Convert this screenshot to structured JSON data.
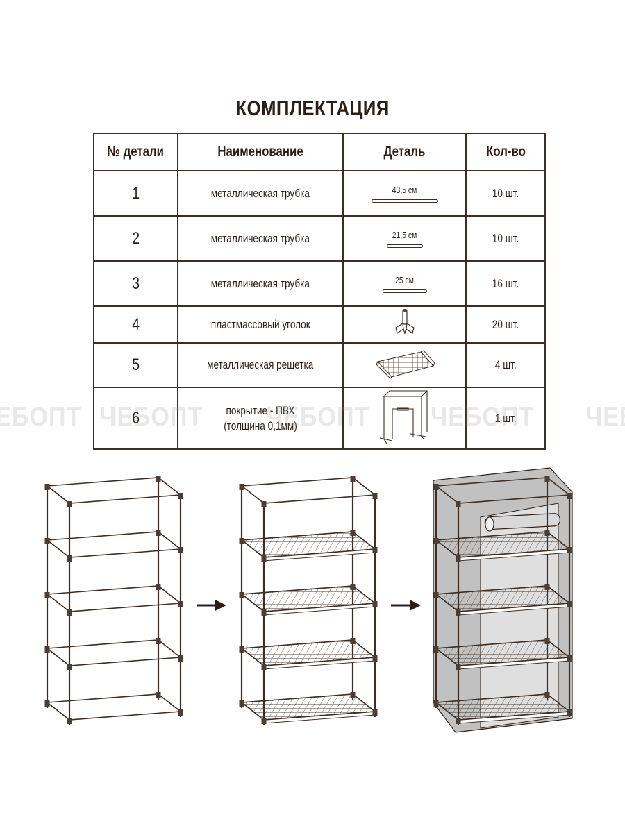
{
  "title": "КОМПЛЕКТАЦИЯ",
  "table": {
    "headers": [
      "№ детали",
      "Наименование",
      "Деталь",
      "Кол-во"
    ],
    "rows": [
      {
        "num": "1",
        "name": "металлическая трубка",
        "detail_label": "43,5 см",
        "detail_icon": "long-tube-icon",
        "qty": "10 шт."
      },
      {
        "num": "2",
        "name": "металлическая трубка",
        "detail_label": "21,5 см",
        "detail_icon": "short-tube-icon",
        "qty": "10 шт."
      },
      {
        "num": "3",
        "name": "металлическая трубка",
        "detail_label": "25 см",
        "detail_icon": "medium-tube-icon",
        "qty": "16 шт."
      },
      {
        "num": "4",
        "name": "пластмассовый уголок",
        "detail_label": "",
        "detail_icon": "plastic-connector-icon",
        "qty": "20 шт."
      },
      {
        "num": "5",
        "name": "металлическая решетка",
        "detail_label": "",
        "detail_icon": "metal-grid-icon",
        "qty": "4 шт."
      },
      {
        "num": "6",
        "name": "покрытие - ПВХ",
        "name2": "(толщина 0,1мм)",
        "detail_label": "",
        "detail_icon": "pvc-cover-icon",
        "qty": "1 шт."
      }
    ]
  },
  "watermark": "ЧЕБОПТ",
  "steps": [
    "frame-only",
    "frame-with-shelves",
    "frame-with-cover"
  ],
  "colors": {
    "text": "#2a1f18",
    "border": "#3a2e25",
    "cover": "#8a8a8a"
  }
}
